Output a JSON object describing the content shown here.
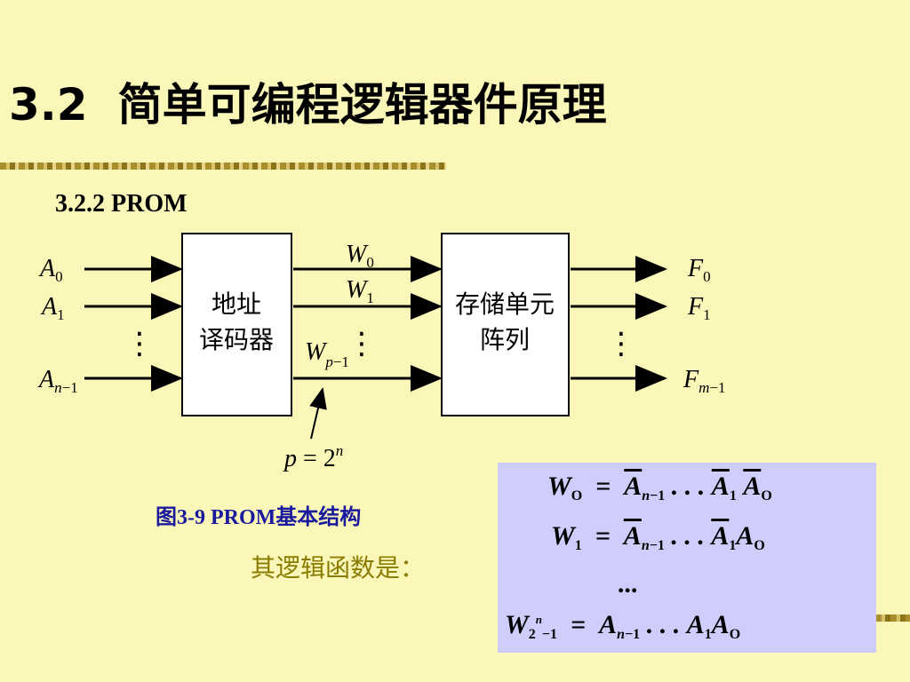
{
  "slide": {
    "title_number": "3.2",
    "title_text": "简单可编程逻辑器件原理",
    "subtitle": "3.2.2  PROM",
    "caption": "图3-9  PROM基本结构",
    "function_label": "其逻辑函数是："
  },
  "diagram": {
    "decoder_label_line1": "地址",
    "decoder_label_line2": "译码器",
    "memory_label_line1": "存储单元",
    "memory_label_line2": "阵列",
    "inputs": [
      "A0",
      "A1",
      "An−1"
    ],
    "word_lines": [
      "W0",
      "W1",
      "Wp−1"
    ],
    "outputs": [
      "F0",
      "F1",
      "Fm−1"
    ],
    "p_formula": "p = 2^n",
    "vdots": "⋮"
  },
  "equations": {
    "eq1": "W0 = Ān−1 ... Ā1 Ā0",
    "eq2": "W1 = Ān−1 ... Ā1 A0",
    "dots": "...",
    "eq3": "W2ⁿ−1 = An−1 ... A1 A0"
  }
}
